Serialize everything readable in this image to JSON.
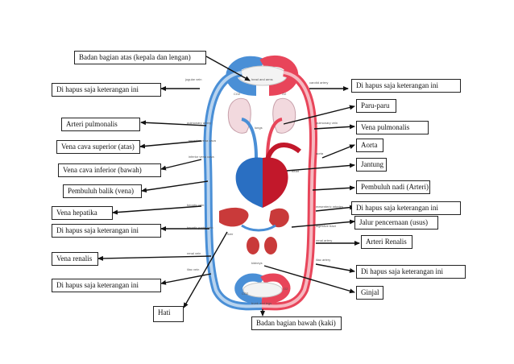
{
  "colors": {
    "artery": "#e8455a",
    "artery_light": "#f6b8c0",
    "vein": "#4a8fd6",
    "vein_light": "#b7d3ef",
    "heart_left": "#c2182b",
    "heart_right": "#2a6fc2",
    "organ": "#c93a3a",
    "lung": "#f2d9de",
    "arrow": "#111111"
  },
  "labels": {
    "badan_atas": "Badan bagian atas (kepala dan lengan)",
    "hapus_1": "Di hapus saja keterangan ini",
    "hapus_2": "Di hapus saja keterangan ini",
    "paru_paru": "Paru-paru",
    "arteri_pulmonalis": "Arteri pulmonalis",
    "vena_pulmonalis": "Vena pulmonalis",
    "vena_cava_superior": "Vena cava superior (atas)",
    "aorta": "Aorta",
    "jantung": "Jantung",
    "vena_cava_inferior": "Vena cava inferior (bawah)",
    "pembuluh_balik": "Pembuluh balik (vena)",
    "pembuluh_nadi": "Pembuluh nadi (Arteri)",
    "vena_hepatika": "Vena hepatika",
    "hapus_3": "Di hapus saja keterangan ini",
    "jalur_pencernaan": "Jalur pencernaan (usus)",
    "hapus_4": "Di hapus saja keterangan ini",
    "arteri_renalis": "Arteri Renalis",
    "vena_renalis": "Vena renalis",
    "hapus_5": "Di hapus saja keterangan ini",
    "hapus_6": "Di hapus saja keterangan ini",
    "ginjal": "Ginjal",
    "hati": "Hati",
    "badan_bawah": "Badan bagian bawah (kaki)"
  },
  "diagram_text": {
    "jugular_vein": "jugular vein",
    "carotid_artery": "carotid artery",
    "head_arms": "head and arms",
    "co2_top": "CO2",
    "o2_top": "O2",
    "pulmonary_artery": "pulmonary artery",
    "pulmonary_vein": "pulmonary vein",
    "lungs": "lungs",
    "superior_vena_cava": "superior vena cava",
    "inferior_vena_cava": "inferior vena cava",
    "aorta": "aorta",
    "heart": "heart",
    "hepatic_vein": "hepatic vein",
    "mesenteric_arteries": "mesenteric arteries",
    "hepatic_portal_vein": "hepatic portal vein",
    "digestive_tract": "digestive tract",
    "liver": "liver",
    "renal_vein": "renal vein",
    "renal_artery": "renal artery",
    "iliac_vein": "iliac vein",
    "iliac_artery": "iliac artery",
    "kidneys": "kidneys",
    "co2_bottom": "CO2",
    "o2_bottom": "O2",
    "trunk_legs": "trunk and legs"
  }
}
